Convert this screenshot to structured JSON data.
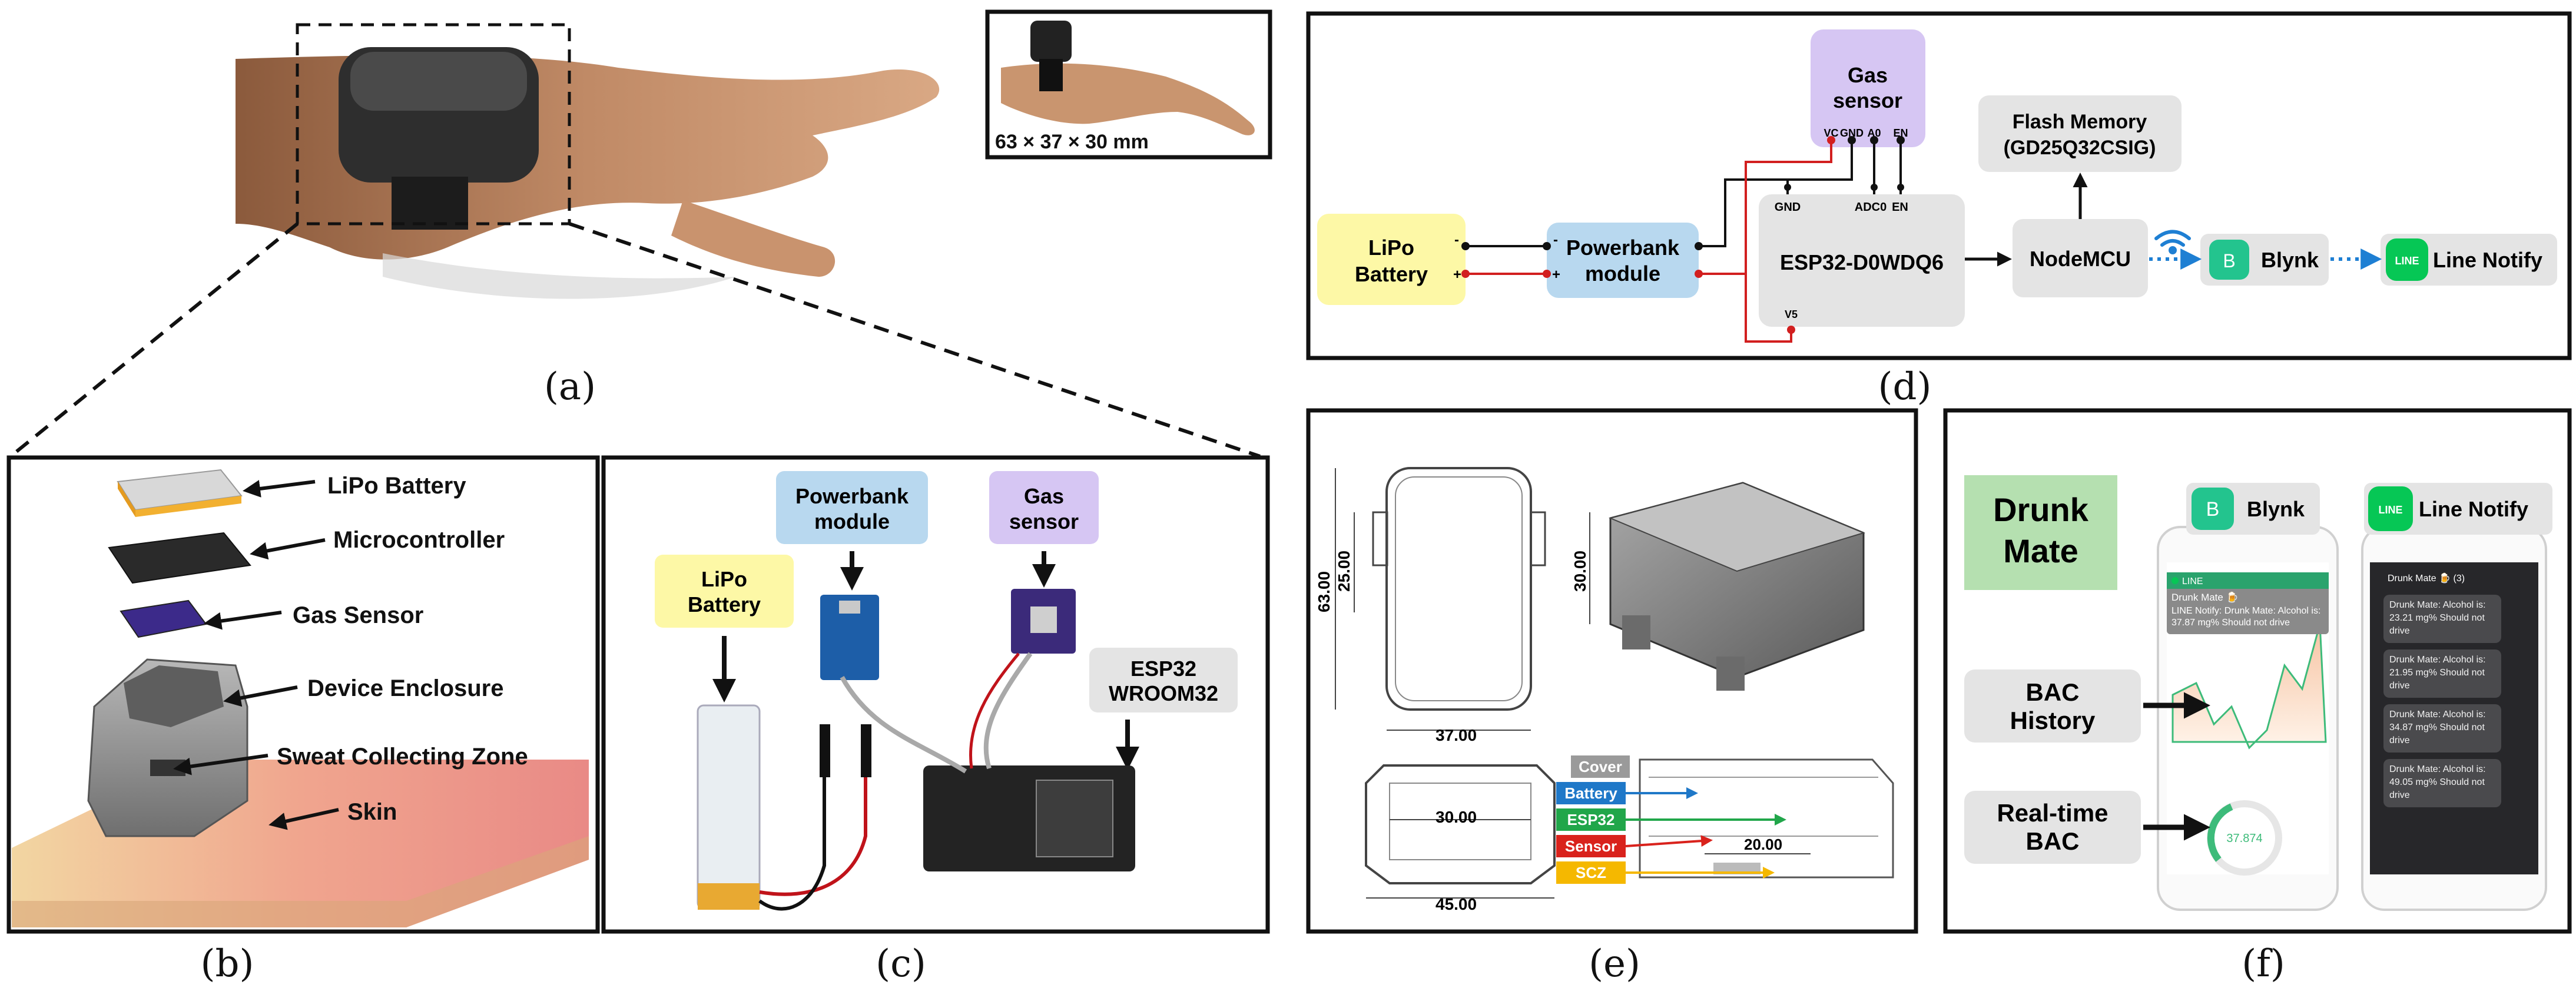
{
  "captions": {
    "a": "(a)",
    "b": "(b)",
    "c": "(c)",
    "d": "(d)",
    "e": "(e)",
    "f": "(f)"
  },
  "panel_a": {
    "size_label": "63 × 37 × 30 mm"
  },
  "panel_b": {
    "labels": [
      "LiPo Battery",
      "Microcontroller",
      "Gas Sensor",
      "Device Enclosure",
      "Sweat Collecting Zone",
      "Skin"
    ]
  },
  "panel_c": {
    "lipo": [
      "LiPo",
      "Battery"
    ],
    "powerbank": [
      "Powerbank",
      "module"
    ],
    "gas": [
      "Gas",
      "sensor"
    ],
    "esp": [
      "ESP32",
      "WROOM32"
    ]
  },
  "panel_d": {
    "lipo": [
      "LiPo",
      "Battery"
    ],
    "powerbank": [
      "Powerbank",
      "module"
    ],
    "gas": [
      "Gas",
      "sensor"
    ],
    "esp": "ESP32-D0WDQ6",
    "nodemcu": "NodeMCU",
    "flash": [
      "Flash Memory",
      "(GD25Q32CSIG)"
    ],
    "blynk": "Blynk",
    "line": "Line Notify",
    "blynk_icon": "B",
    "line_icon": "LINE",
    "pins_gas": [
      "VC",
      "GND",
      "A0",
      "EN"
    ],
    "pins_esp": [
      "GND",
      "ADC0",
      "EN",
      "V5"
    ],
    "minus": "-",
    "plus": "+",
    "colors": {
      "yellow": "#fdf8a6",
      "blue": "#b8d8ef",
      "purple": "#d6c6f3",
      "gray": "#e4e4e4",
      "red": "#d21f1f",
      "wifi": "#1e7fd3",
      "blynk": "#23c48e",
      "line": "#06c755"
    }
  },
  "panel_e": {
    "dims": {
      "h63": "63.00",
      "h25": "25.00",
      "w37": "37.00",
      "h30": "30.00",
      "w30": "30.00",
      "w45": "45.00",
      "w20": "20.00"
    },
    "legend": [
      {
        "label": "Cover",
        "color": "#9a9a9a"
      },
      {
        "label": "Battery",
        "color": "#1f78c8"
      },
      {
        "label": "ESP32",
        "color": "#21a64a"
      },
      {
        "label": "Sensor",
        "color": "#d9221c"
      },
      {
        "label": "SCZ",
        "color": "#f5b800"
      }
    ]
  },
  "panel_f": {
    "title": [
      "Drunk",
      "Mate"
    ],
    "bac_history": [
      "BAC",
      "History"
    ],
    "realtime": [
      "Real-time",
      "BAC"
    ],
    "blynk": "Blynk",
    "line": "Line Notify",
    "blynk_icon": "B",
    "line_icon": "LINE",
    "notif_app": "LINE",
    "notif_title": "Drunk Mate 🍺",
    "notif_body": [
      "LINE Notify: Drunk Mate: Alcohol is:",
      "37.87 mg% Should not drive"
    ],
    "gauge_value": "37.874",
    "chat_title": "Drunk Mate 🍺 (3)",
    "messages": [
      [
        "Drunk Mate: Alcohol is:",
        "23.21 mg% Should not",
        "drive"
      ],
      [
        "Drunk Mate: Alcohol is:",
        "21.95 mg% Should not",
        "drive"
      ],
      [
        "Drunk Mate: Alcohol is:",
        "34.87 mg% Should not",
        "drive"
      ],
      [
        "Drunk Mate: Alcohol is:",
        "49.05 mg% Should not",
        "drive"
      ]
    ]
  }
}
